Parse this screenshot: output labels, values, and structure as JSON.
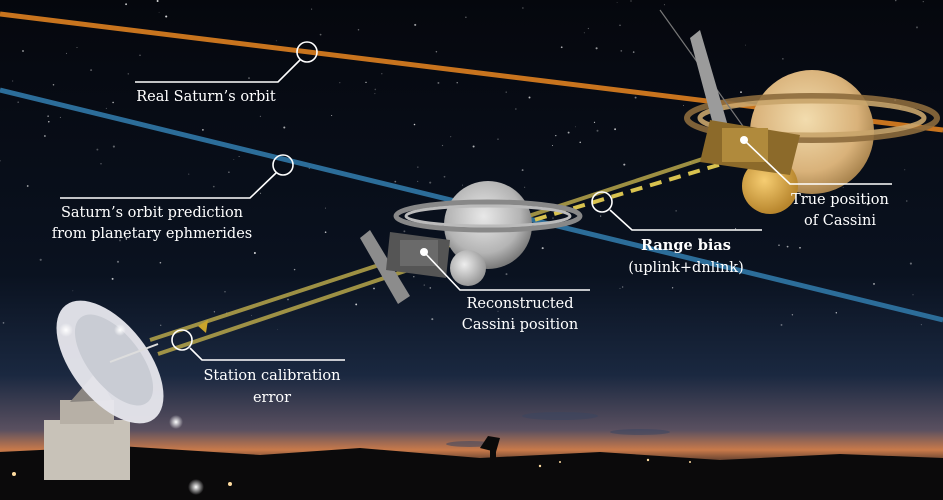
{
  "colors": {
    "real_orbit": "#c8741e",
    "predicted_orbit": "#2c6d99",
    "link": "#b7a64a",
    "sky_top": "#05070d",
    "horizon_glow": "#c97a4a"
  },
  "labels": {
    "real_orbit": "Real Saturn’s orbit",
    "predicted_orbit_line1": "Saturn’s orbit prediction",
    "predicted_orbit_line2": "from planetary ephmerides",
    "range_bias_title": "Range bias",
    "range_bias_sub": "(uplink+dnlink)",
    "reconstructed_line1": "Reconstructed",
    "reconstructed_line2": "Cassini position",
    "true_position_line1": "True position",
    "true_position_line2": "of Cassini",
    "station_line1": "Station calibration",
    "station_line2": "error"
  },
  "icons": [
    "antenna-dish-icon",
    "saturn-planet-icon",
    "cassini-spacecraft-icon",
    "titan-moon-icon"
  ]
}
